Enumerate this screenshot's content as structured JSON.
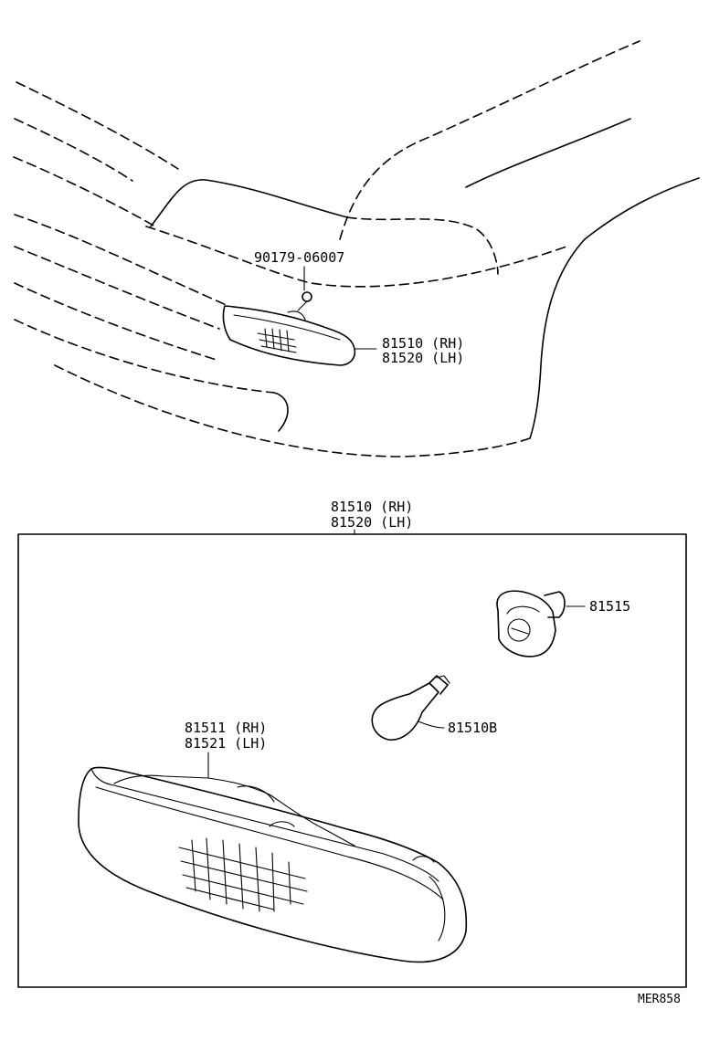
{
  "labels": {
    "clip": "90179-06007",
    "assy_top_rh": "81510 (RH)",
    "assy_top_lh": "81520 (LH)",
    "assy_box_rh": "81510 (RH)",
    "assy_box_lh": "81520 (LH)",
    "socket": "81515",
    "bulb": "81510B",
    "lens_rh": "81511 (RH)",
    "lens_lh": "81521 (LH)"
  },
  "diagram_code": "MER858"
}
